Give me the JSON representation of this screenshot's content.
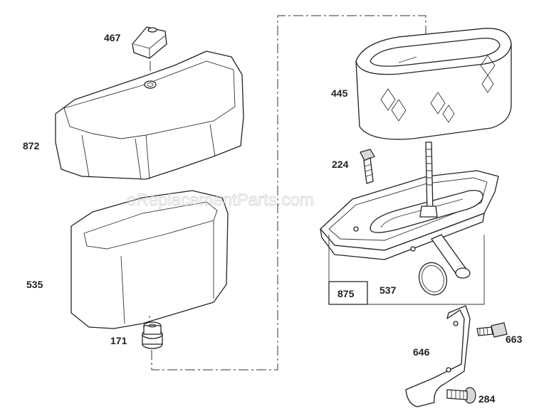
{
  "watermark": "eReplacementParts.com",
  "parts": {
    "p467": "467",
    "p872": "872",
    "p535": "535",
    "p171": "171",
    "p445": "445",
    "p224": "224",
    "p875": "875",
    "p537": "537",
    "p646": "646",
    "p663": "663",
    "p284": "284"
  }
}
